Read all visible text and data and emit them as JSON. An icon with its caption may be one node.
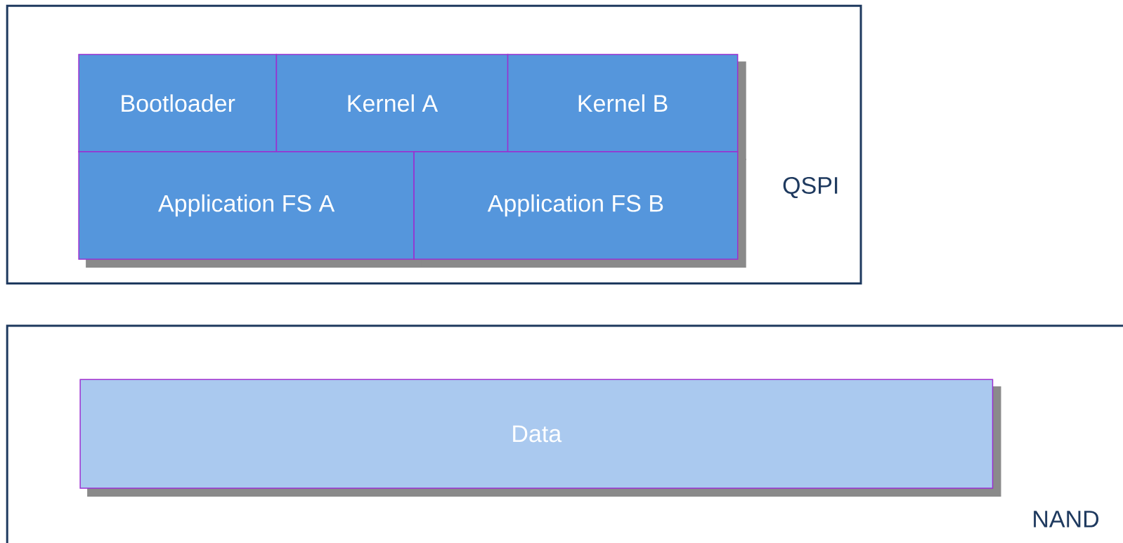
{
  "diagram": {
    "nodes": [
      {
        "text": [
          "QSPI"
        ]
      },
      {
        "text": [
          "Bootloader"
        ],
        "in": 0
      },
      {
        "text": [
          "Kernel A"
        ],
        "in": 0
      },
      {
        "text": [
          "Kernel B"
        ],
        "in": 0
      },
      {
        "text": [
          "Application FS A"
        ],
        "in": 0
      },
      {
        "text": [
          "Application FS B"
        ],
        "in": 0
      },
      {
        "text": [
          "NAND"
        ]
      },
      {
        "text": [
          "Data"
        ],
        "in": 6
      }
    ]
  }
}
